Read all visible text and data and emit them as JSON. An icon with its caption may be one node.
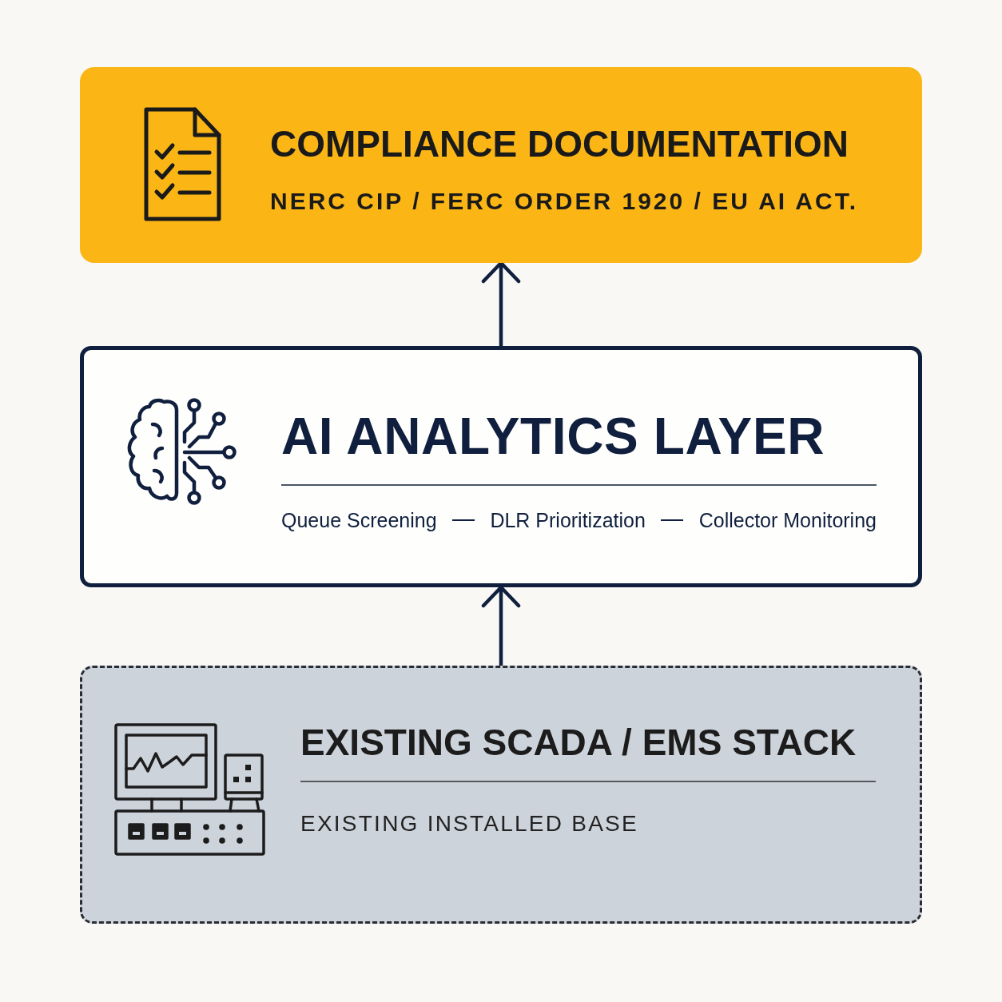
{
  "diagram": {
    "nodes": [
      {
        "text": [
          "COMPLIANCE DOCUMENTATION",
          "NERC CIP / FERC ORDER 1920 / EU AI ACT."
        ]
      },
      {
        "text": [
          "AI ANALYTICS LAYER",
          "Queue Screening",
          "DLR Prioritization",
          "Collector Monitoring"
        ]
      },
      {
        "text": [
          "EXISTING SCADA / EMS STACK",
          "EXISTING INSTALLED BASE"
        ]
      }
    ],
    "edges": [
      {
        "from": 1,
        "to": 0,
        "arrow": "to"
      },
      {
        "from": 2,
        "to": 1,
        "arrow": "to"
      }
    ]
  }
}
